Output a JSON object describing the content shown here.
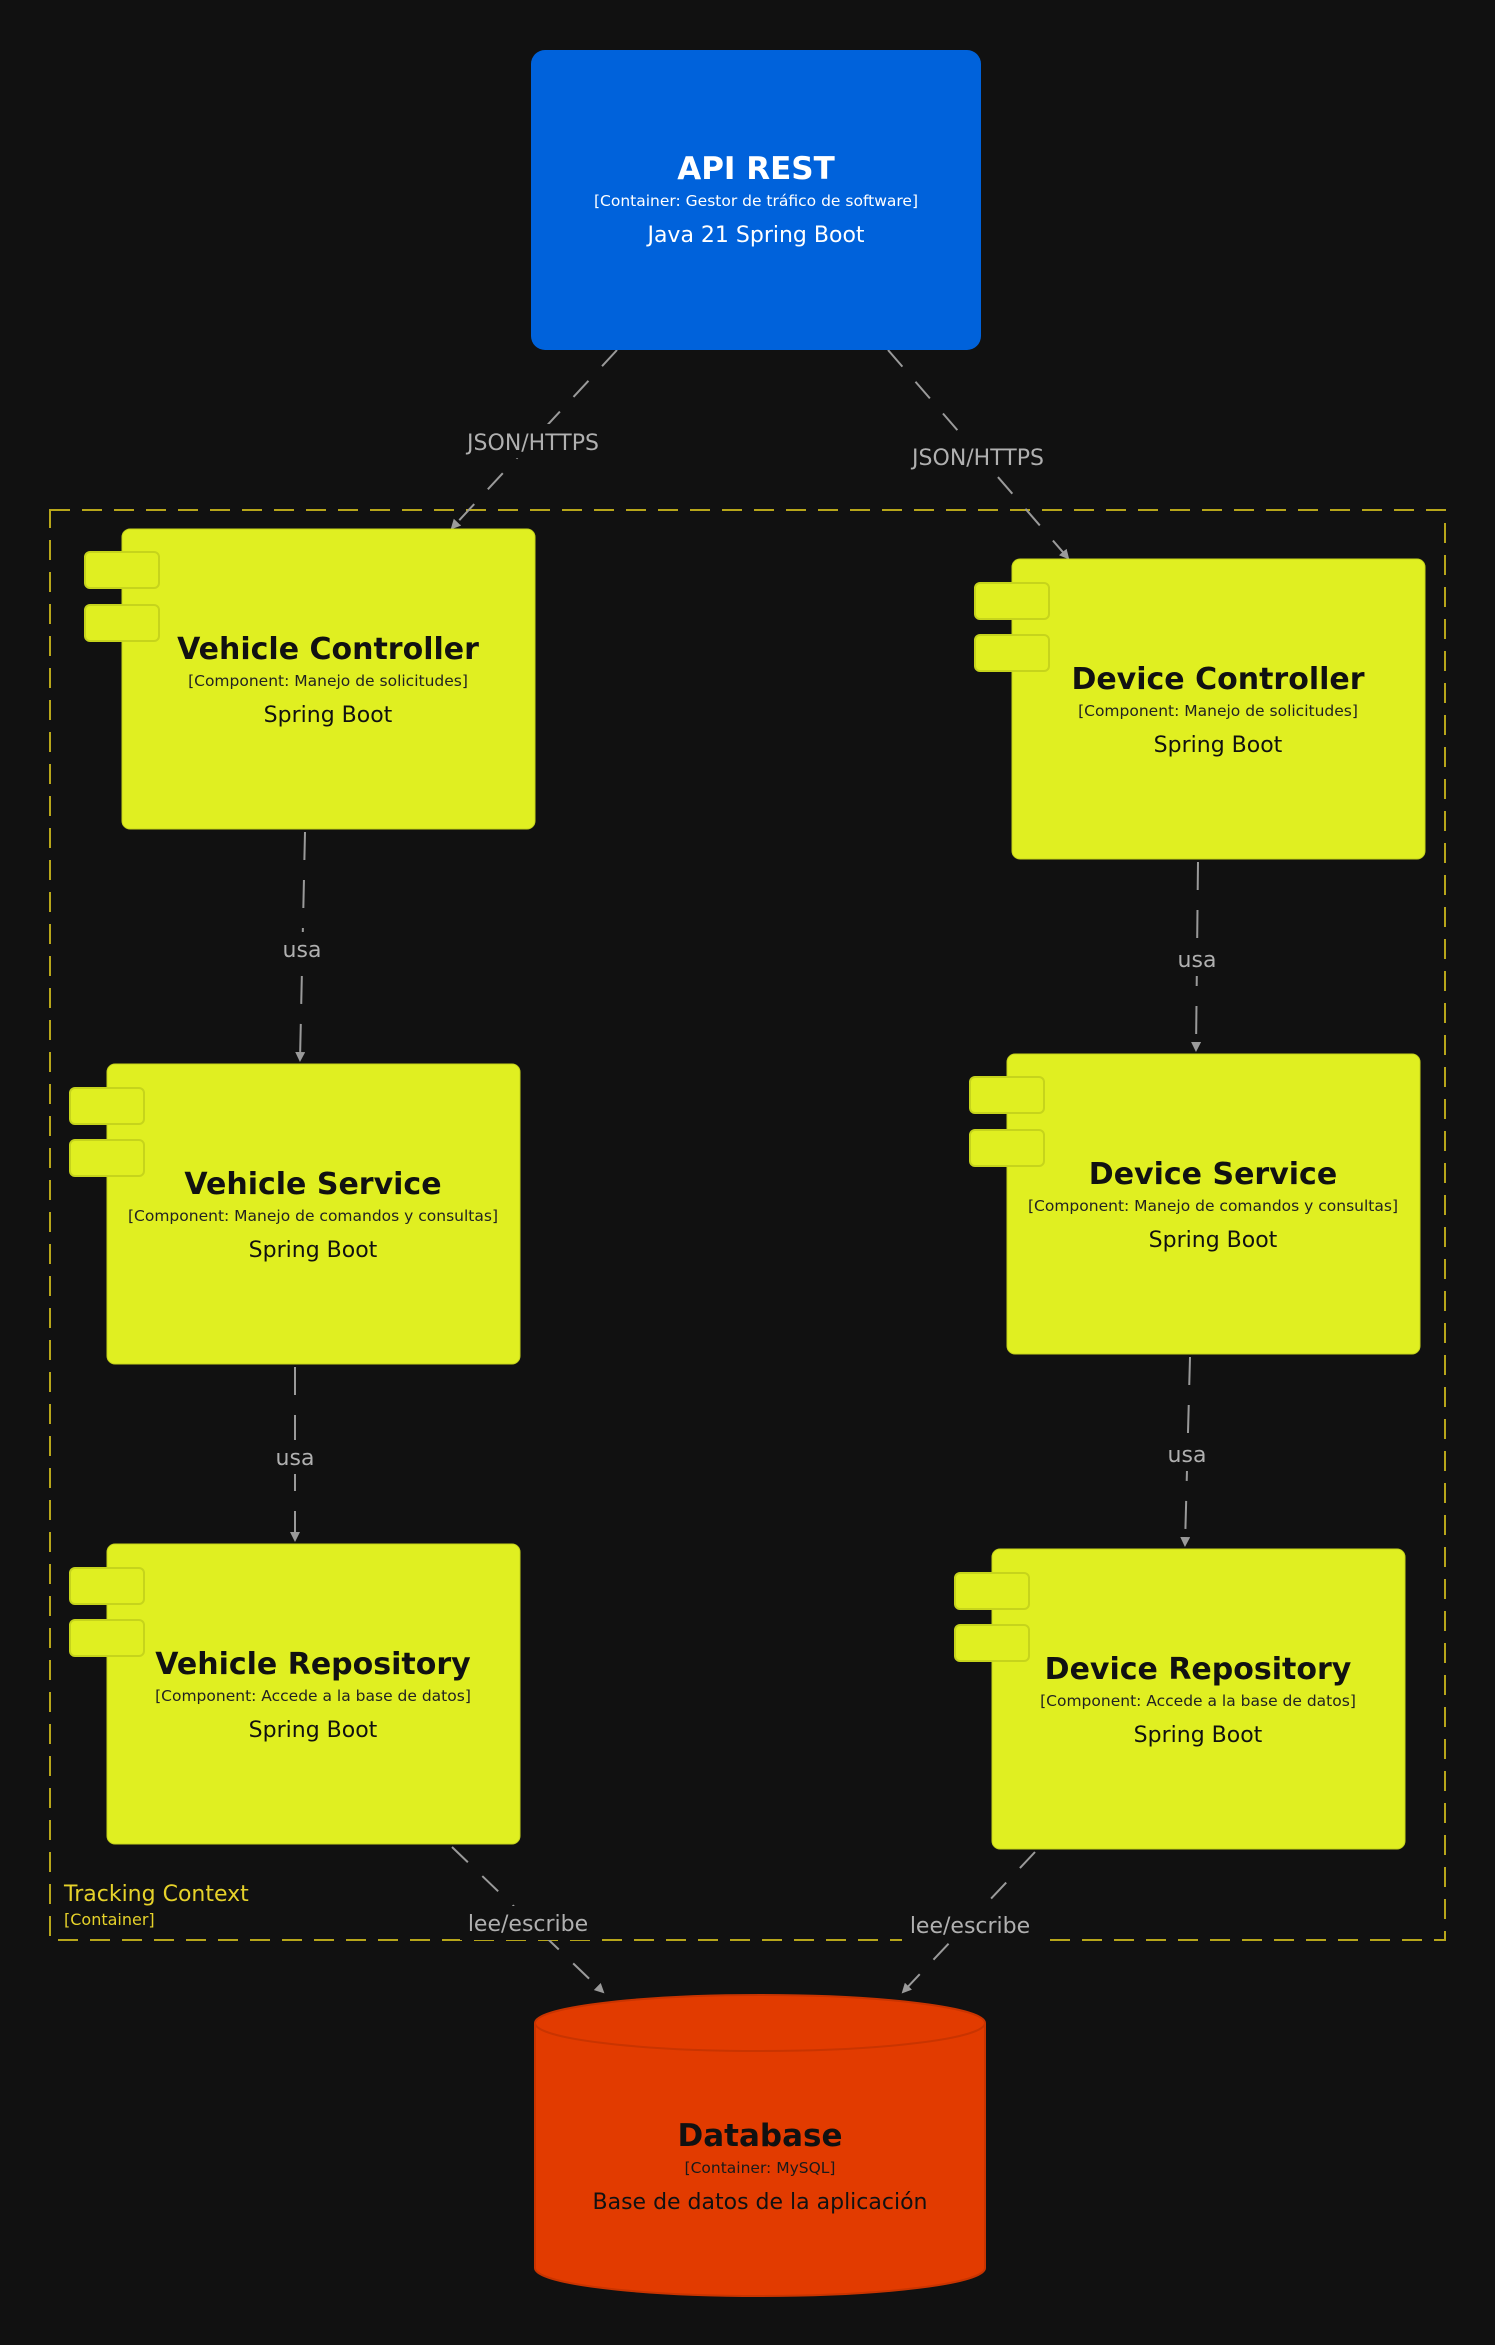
{
  "colors": {
    "background": "#111111",
    "container": "#0062db",
    "component": "#e0ef21",
    "component_border": "#c6d41c",
    "database": "#e23b00",
    "boundary": "#b8a61a",
    "boundary_text": "#e6d22a",
    "edge": "#9a9a9a",
    "edge_text": "#b0b0b0",
    "dark_text": "#111111",
    "light_text": "#ffffff"
  },
  "api": {
    "title": "API REST",
    "subtitle": "[Container: Gestor de tráfico de software]",
    "tech": "Java 21 Spring Boot"
  },
  "boundary": {
    "label": "Tracking Context",
    "type": "[Container]"
  },
  "components": {
    "vehicle_controller": {
      "title": "Vehicle Controller",
      "subtitle": "[Component: Manejo de solicitudes]",
      "tech": "Spring Boot"
    },
    "vehicle_service": {
      "title": "Vehicle Service",
      "subtitle": "[Component: Manejo de comandos y consultas]",
      "tech": "Spring Boot"
    },
    "vehicle_repository": {
      "title": "Vehicle Repository",
      "subtitle": "[Component: Accede a la base de datos]",
      "tech": "Spring Boot"
    },
    "device_controller": {
      "title": "Device Controller",
      "subtitle": "[Component: Manejo de solicitudes]",
      "tech": "Spring Boot"
    },
    "device_service": {
      "title": "Device Service",
      "subtitle": "[Component: Manejo de comandos y consultas]",
      "tech": "Spring Boot"
    },
    "device_repository": {
      "title": "Device Repository",
      "subtitle": "[Component: Accede a la base de datos]",
      "tech": "Spring Boot"
    }
  },
  "database": {
    "title": "Database",
    "subtitle": "[Container: MySQL]",
    "tech": "Base de datos de la aplicación"
  },
  "edges": {
    "api_to_vehicle_controller": "JSON/HTTPS",
    "api_to_device_controller": "JSON/HTTPS",
    "vehicle_controller_to_service": "usa",
    "vehicle_service_to_repository": "usa",
    "device_controller_to_service": "usa",
    "device_service_to_repository": "usa",
    "vehicle_repository_to_database": "lee/escribe",
    "device_repository_to_database": "lee/escribe"
  }
}
